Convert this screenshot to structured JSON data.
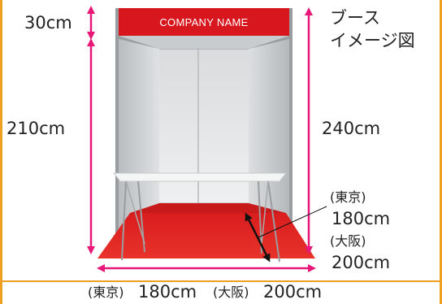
{
  "booth": {
    "sign_text": "COMPANY NAME"
  },
  "labels": {
    "title_line1": "ブース",
    "title_line2": "イメージ図",
    "sign_height": "30cm",
    "left_wall_height": "210cm",
    "right_wall_height": "240cm",
    "depth_tokyo_label": "(東京)",
    "depth_tokyo_value": "180cm",
    "depth_osaka_label": "(大阪)",
    "depth_osaka_value": "200cm",
    "width_tokyo_label": "(東京)",
    "width_tokyo_value": "180cm",
    "width_osaka_label": "(大阪)",
    "width_osaka_value": "200cm"
  },
  "colors": {
    "frame": "#f0a020",
    "arrow": "#e8177a",
    "sign": "#d7161e",
    "carpet": "#e0201f",
    "wall": "#e4e6e8"
  }
}
